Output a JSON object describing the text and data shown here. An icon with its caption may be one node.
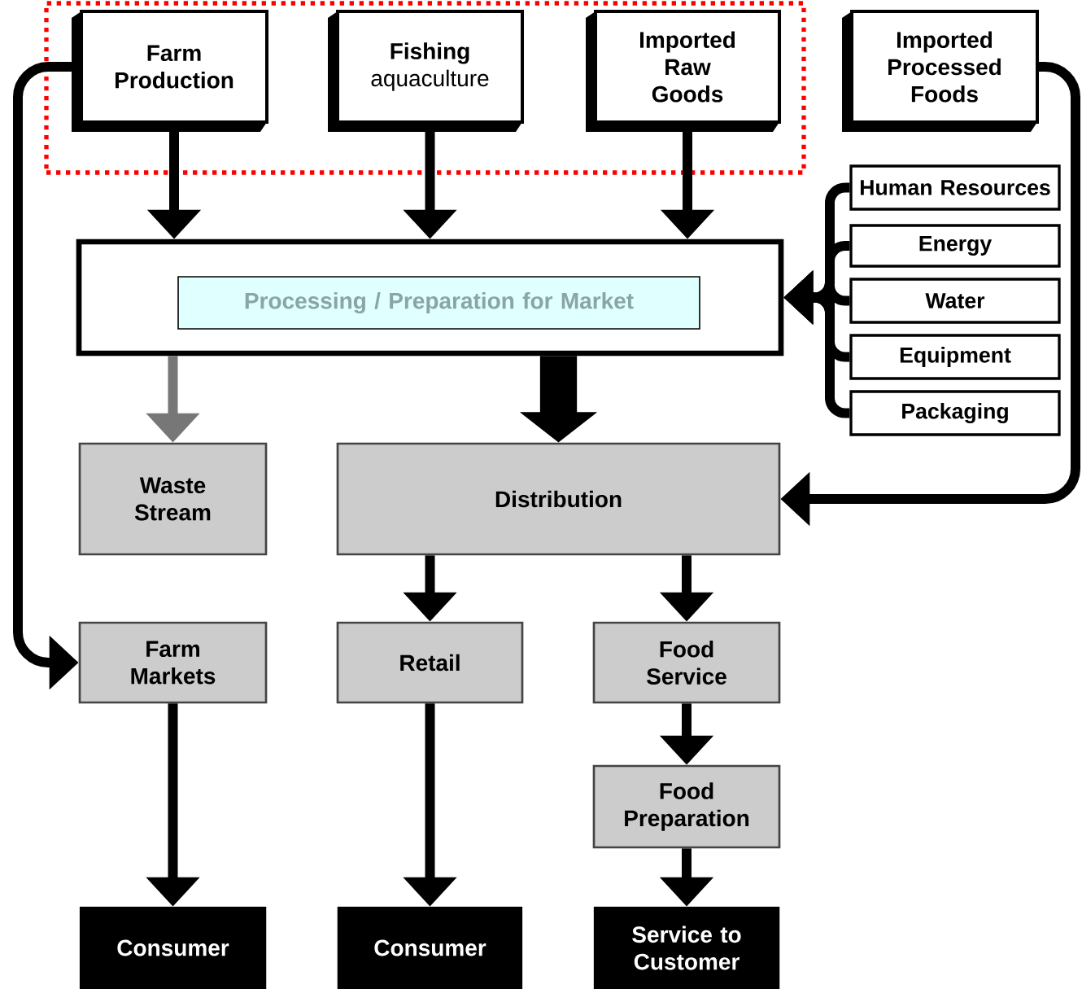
{
  "diagram": {
    "nodes": [
      {
        "text": [],
        "shape": "box"
      },
      {
        "text": [
          "Farm Production"
        ],
        "in": 0
      },
      {
        "text": [
          "Fishing",
          "aquaculture"
        ],
        "in": 0
      },
      {
        "text": [
          "Imported Raw Goods"
        ],
        "in": 0
      },
      {
        "text": [
          "Imported Processed Foods"
        ]
      },
      {
        "text": [
          "Human Resources"
        ]
      },
      {
        "text": [
          "Energy"
        ]
      },
      {
        "text": [
          "Water"
        ]
      },
      {
        "text": [
          "Equipment"
        ]
      },
      {
        "text": [
          "Packaging"
        ]
      },
      {
        "text": [],
        "shape": "box"
      },
      {
        "text": [
          "Processing / Preparation for Market"
        ],
        "in": 10
      },
      {
        "text": [
          "Waste Stream"
        ]
      },
      {
        "text": [
          "Distribution"
        ]
      },
      {
        "text": [
          "Farm Markets"
        ]
      },
      {
        "text": [
          "Retail"
        ]
      },
      {
        "text": [
          "Food Service"
        ]
      },
      {
        "text": [
          "Food Preparation"
        ]
      },
      {
        "text": [
          "Consumer"
        ]
      },
      {
        "text": [
          "Consumer"
        ]
      },
      {
        "text": [
          "Service to Customer"
        ]
      }
    ],
    "edges": [
      {
        "from": 1,
        "to": 10,
        "arrow": "to"
      },
      {
        "from": 2,
        "to": 10,
        "arrow": "to"
      },
      {
        "from": 3,
        "to": 10,
        "arrow": "to"
      },
      {
        "from": 5,
        "to": 10,
        "arrow": "to"
      },
      {
        "from": 6,
        "to": 10,
        "arrow": "to"
      },
      {
        "from": 7,
        "to": 10,
        "arrow": "to"
      },
      {
        "from": 8,
        "to": 10,
        "arrow": "to"
      },
      {
        "from": 9,
        "to": 10,
        "arrow": "to"
      },
      {
        "from": 10,
        "to": 12,
        "arrow": "to",
        "color": "#777777"
      },
      {
        "from": 10,
        "to": 13,
        "arrow": "to",
        "style": "thick"
      },
      {
        "from": 4,
        "to": 13,
        "arrow": "to"
      },
      {
        "from": 1,
        "to": 14,
        "arrow": "to"
      },
      {
        "from": 13,
        "to": 15,
        "arrow": "to"
      },
      {
        "from": 13,
        "to": 16,
        "arrow": "to"
      },
      {
        "from": 14,
        "to": 18,
        "arrow": "to"
      },
      {
        "from": 15,
        "to": 19,
        "arrow": "to"
      },
      {
        "from": 16,
        "to": 17,
        "arrow": "to"
      },
      {
        "from": 17,
        "to": 20,
        "arrow": "to"
      }
    ]
  }
}
